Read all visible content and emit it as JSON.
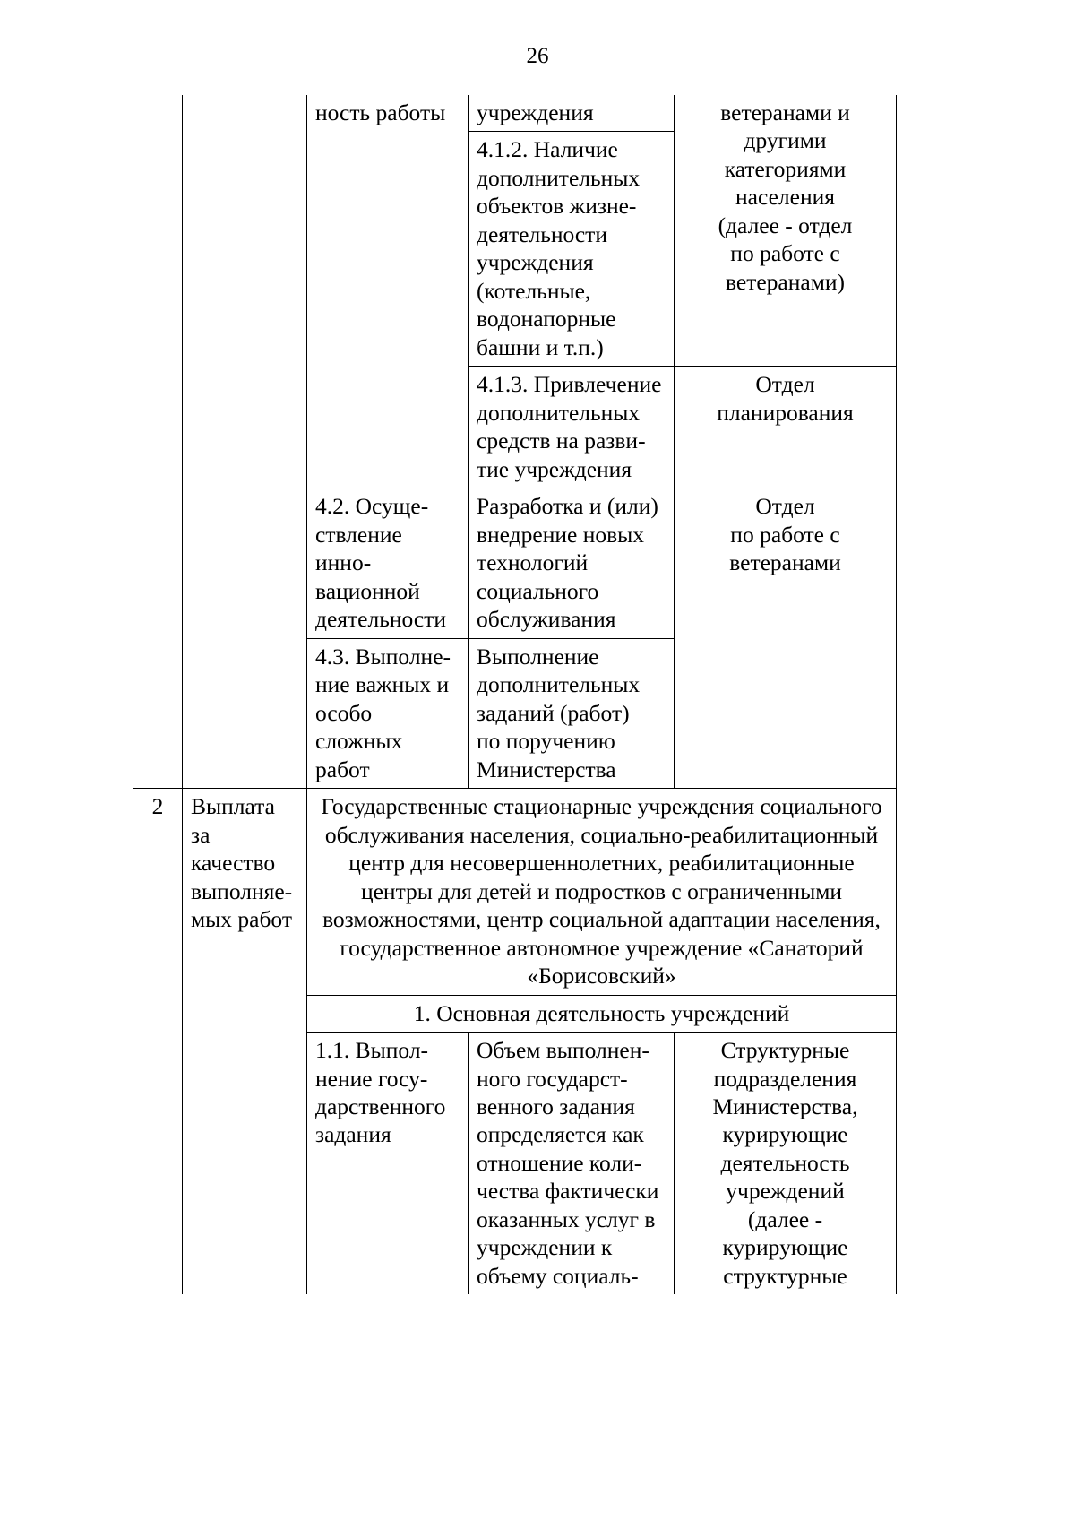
{
  "page": {
    "number": "26"
  },
  "table": {
    "rows": [
      {
        "id": "row-4-1-1-cont",
        "col3": "ность работы",
        "col4": "учреждения",
        "col5": "ветеранами и\nдругими\nкатегориями\nнаселения\n(далее - отдел\nпо работе с\nветеранами)"
      },
      {
        "id": "row-4-1-2",
        "col4": "4.1.2. Наличие\nдополнительных\nобъектов жизне-\nдеятельности\nучреждения\n(котельные,\nводонапорные\nбашни и т.п.)"
      },
      {
        "id": "row-4-1-3",
        "col4": "4.1.3. Привлечение\nдополнительных\nсредств на разви-\nтие учреждения",
        "col5": "Отдел\nпланирования"
      },
      {
        "id": "row-4-2",
        "col3": "4.2. Осуще-\nствление инно-\nвационной\nдеятельности",
        "col4": "Разработка и (или)\nвнедрение новых\nтехнологий\nсоциального\nобслуживания",
        "col5": "Отдел\nпо работе с\nветеранами"
      },
      {
        "id": "row-4-3",
        "col3": "4.3. Выполне-\nние важных и\nособо сложных\nработ",
        "col4": "Выполнение\nдополнительных\nзаданий (работ)\nпо поручению\nМинистерства"
      },
      {
        "id": "row-2-header",
        "col1": "2",
        "col2": "Выплата за\nкачество\nвыполняе-\nмых работ",
        "merged": "Государственные стационарные учреждения социального обслуживания населения, социально-реабилитационный центр для несовершеннолетних, реабилитационные центры для детей и подростков с ограниченными возможностями, центр социальной адаптации населения, государственное автономное учреждение «Санаторий «Борисовский»"
      },
      {
        "id": "row-section-1",
        "merged": "1. Основная деятельность учреждений"
      },
      {
        "id": "row-1-1",
        "col3": "1.1. Выпол-\nнение госу-\nдарственного\nзадания",
        "col4": "Объем выполнен-\nного государст-\nвенного задания\nопределяется как\nотношение коли-\nчества фактически\nоказанных услуг в\nучреждении к\nобъему социаль-",
        "col5": "Структурные\nподразделения\nМинистерства,\nкурирующие\nдеятельность\nучреждений\n(далее -\nкурирующие\nструктурные"
      }
    ]
  }
}
